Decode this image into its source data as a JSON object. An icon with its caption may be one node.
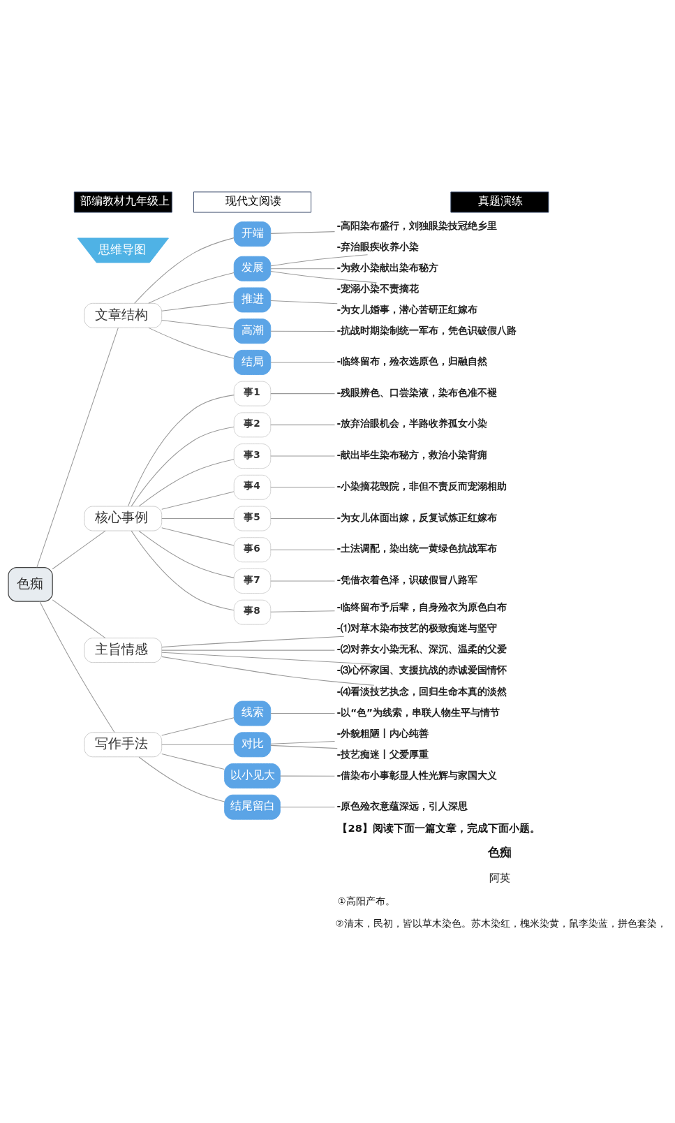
{
  "diagram": {
    "nodes": [
      {
        "text": [
          "色痴"
        ]
      },
      {
        "text": [
          "文章结构"
        ]
      },
      {
        "text": [
          "开端"
        ]
      },
      {
        "text": [
          "-高阳染布盛行，刘独眼染技冠绝乡里"
        ]
      },
      {
        "text": [
          "发展"
        ]
      },
      {
        "text": [
          "-弃治眼疾收养小染"
        ]
      },
      {
        "text": [
          "-为救小染献出染布秘方"
        ]
      },
      {
        "text": [
          "-宠溺小染不责摘花"
        ]
      },
      {
        "text": [
          "推进"
        ]
      },
      {
        "text": [
          "-为女儿婚事，潜心苦研正红嫁布"
        ]
      },
      {
        "text": [
          "高潮"
        ]
      },
      {
        "text": [
          "-抗战时期染制统一军布，凭色识破假八路"
        ]
      },
      {
        "text": [
          "结局"
        ]
      },
      {
        "text": [
          "-临终留布，殓衣选原色，归融自然"
        ]
      },
      {
        "text": [
          "核心事例"
        ]
      },
      {
        "text": [
          "事1"
        ]
      },
      {
        "text": [
          "-残眼辨色、口尝染液，染布色准不褪"
        ]
      },
      {
        "text": [
          "事2"
        ]
      },
      {
        "text": [
          "-放弃治眼机会，半路收养孤女小染"
        ]
      },
      {
        "text": [
          "事3"
        ]
      },
      {
        "text": [
          "-献出毕生染布秘方，救治小染背痈"
        ]
      },
      {
        "text": [
          "事4"
        ]
      },
      {
        "text": [
          "-小染摘花毁院，非但不责反而宠溺相助"
        ]
      },
      {
        "text": [
          "事5"
        ]
      },
      {
        "text": [
          "-为女儿体面出嫁，反复试炼正红嫁布"
        ]
      },
      {
        "text": [
          "事6"
        ]
      },
      {
        "text": [
          "-土法调配，染出统一黄绿色抗战军布"
        ]
      },
      {
        "text": [
          "事7"
        ]
      },
      {
        "text": [
          "-凭借衣着色泽，识破假冒八路军"
        ]
      },
      {
        "text": [
          "事8"
        ]
      },
      {
        "text": [
          "-临终留布予后辈，自身殓衣为原色白布"
        ]
      },
      {
        "text": [
          "主旨情感"
        ]
      },
      {
        "text": [
          "-⑴对草木染布技艺的极致痴迷与坚守"
        ]
      },
      {
        "text": [
          "-⑵对养女小染无私、深沉、温柔的父爱"
        ]
      },
      {
        "text": [
          "-⑶心怀家国、支援抗战的赤诚爱国情怀"
        ]
      },
      {
        "text": [
          "-⑷看淡技艺执念，回归生命本真的淡然"
        ]
      },
      {
        "text": [
          "写作手法"
        ]
      },
      {
        "text": [
          "线索"
        ]
      },
      {
        "text": [
          "-以“色”为线索，串联人物生平与情节"
        ]
      },
      {
        "text": [
          "对比"
        ]
      },
      {
        "text": [
          "-外貌粗陋丨内心纯善"
        ]
      },
      {
        "text": [
          "-技艺痴迷丨父爱厚重"
        ]
      },
      {
        "text": [
          "以小见大"
        ]
      },
      {
        "text": [
          "-借染布小事彰显人性光辉与家国大义"
        ]
      },
      {
        "text": [
          "结尾留白"
        ]
      },
      {
        "text": [
          "-原色殓衣意蕴深远，引人深思"
        ]
      }
    ],
    "edges": [
      {
        "from": 0,
        "to": 1,
        "arrow": "none"
      },
      {
        "from": 1,
        "to": 2,
        "arrow": "none"
      },
      {
        "from": 2,
        "to": 3,
        "arrow": "none"
      },
      {
        "from": 1,
        "to": 4,
        "arrow": "none"
      },
      {
        "from": 4,
        "to": 5,
        "arrow": "none"
      },
      {
        "from": 4,
        "to": 6,
        "arrow": "none"
      },
      {
        "from": 4,
        "to": 7,
        "arrow": "none"
      },
      {
        "from": 1,
        "to": 8,
        "arrow": "none"
      },
      {
        "from": 8,
        "to": 9,
        "arrow": "none"
      },
      {
        "from": 1,
        "to": 10,
        "arrow": "none"
      },
      {
        "from": 10,
        "to": 11,
        "arrow": "none"
      },
      {
        "from": 1,
        "to": 12,
        "arrow": "none"
      },
      {
        "from": 12,
        "to": 13,
        "arrow": "none"
      },
      {
        "from": 0,
        "to": 14,
        "arrow": "none"
      },
      {
        "from": 14,
        "to": 15,
        "arrow": "none"
      },
      {
        "from": 15,
        "to": 16,
        "arrow": "none"
      },
      {
        "from": 14,
        "to": 17,
        "arrow": "none"
      },
      {
        "from": 17,
        "to": 18,
        "arrow": "none"
      },
      {
        "from": 14,
        "to": 19,
        "arrow": "none"
      },
      {
        "from": 19,
        "to": 20,
        "arrow": "none"
      },
      {
        "from": 14,
        "to": 21,
        "arrow": "none"
      },
      {
        "from": 21,
        "to": 22,
        "arrow": "none"
      },
      {
        "from": 14,
        "to": 23,
        "arrow": "none"
      },
      {
        "from": 23,
        "to": 24,
        "arrow": "none"
      },
      {
        "from": 14,
        "to": 25,
        "arrow": "none"
      },
      {
        "from": 25,
        "to": 26,
        "arrow": "none"
      },
      {
        "from": 14,
        "to": 27,
        "arrow": "none"
      },
      {
        "from": 27,
        "to": 28,
        "arrow": "none"
      },
      {
        "from": 14,
        "to": 29,
        "arrow": "none"
      },
      {
        "from": 29,
        "to": 30,
        "arrow": "none"
      },
      {
        "from": 0,
        "to": 31,
        "arrow": "none"
      },
      {
        "from": 31,
        "to": 32,
        "arrow": "none"
      },
      {
        "from": 31,
        "to": 33,
        "arrow": "none"
      },
      {
        "from": 31,
        "to": 34,
        "arrow": "none"
      },
      {
        "from": 31,
        "to": 35,
        "arrow": "none"
      },
      {
        "from": 0,
        "to": 36,
        "arrow": "none"
      },
      {
        "from": 36,
        "to": 37,
        "arrow": "none"
      },
      {
        "from": 37,
        "to": 38,
        "arrow": "none"
      },
      {
        "from": 36,
        "to": 39,
        "arrow": "none"
      },
      {
        "from": 39,
        "to": 40,
        "arrow": "none"
      },
      {
        "from": 39,
        "to": 41,
        "arrow": "none"
      },
      {
        "from": 36,
        "to": 42,
        "arrow": "none"
      },
      {
        "from": 42,
        "to": 43,
        "arrow": "none"
      },
      {
        "from": 36,
        "to": 44,
        "arrow": "none"
      },
      {
        "from": 44,
        "to": 45,
        "arrow": "none"
      }
    ],
    "labels": [
      "部编教材九年级上",
      "现代文阅读",
      "真题演练",
      "思维导图",
      "【28】阅读下面一篇文章，完成下面小题。",
      "色痴",
      "阿英",
      "①高阳产布。",
      "②清末，民初，皆以草木染色。苏木染红，槐米染黄，鼠李染蓝，拼色套染，"
    ]
  }
}
